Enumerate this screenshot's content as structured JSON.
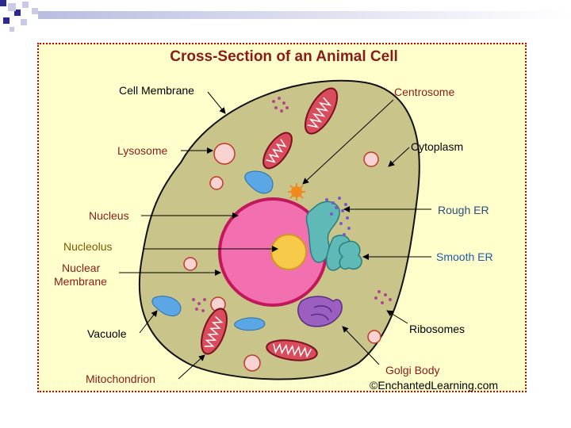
{
  "title": "Cross-Section of an Animal Cell",
  "credit": "©EnchantedLearning.com",
  "colors": {
    "title": "#8b1a1a",
    "frame_bg": "#ffffcc",
    "frame_border": "#cc0000",
    "cell_fill": "#c9c48a",
    "nucleus_fill": "#f26fb0",
    "nucleolus_fill": "#f7c948"
  },
  "labels": {
    "cell_membrane": "Cell Membrane",
    "lysosome": "Lysosome",
    "nucleus": "Nucleus",
    "nucleolus": "Nucleolus",
    "nuclear_membrane_line1": "Nuclear",
    "nuclear_membrane_line2": "Membrane",
    "vacuole": "Vacuole",
    "mitochondrion": "Mitochondrion",
    "centrosome": "Centrosome",
    "cytoplasm": "Cytoplasm",
    "rough_er": "Rough ER",
    "smooth_er": "Smooth ER",
    "ribosomes": "Ribosomes",
    "golgi_body": "Golgi Body"
  }
}
